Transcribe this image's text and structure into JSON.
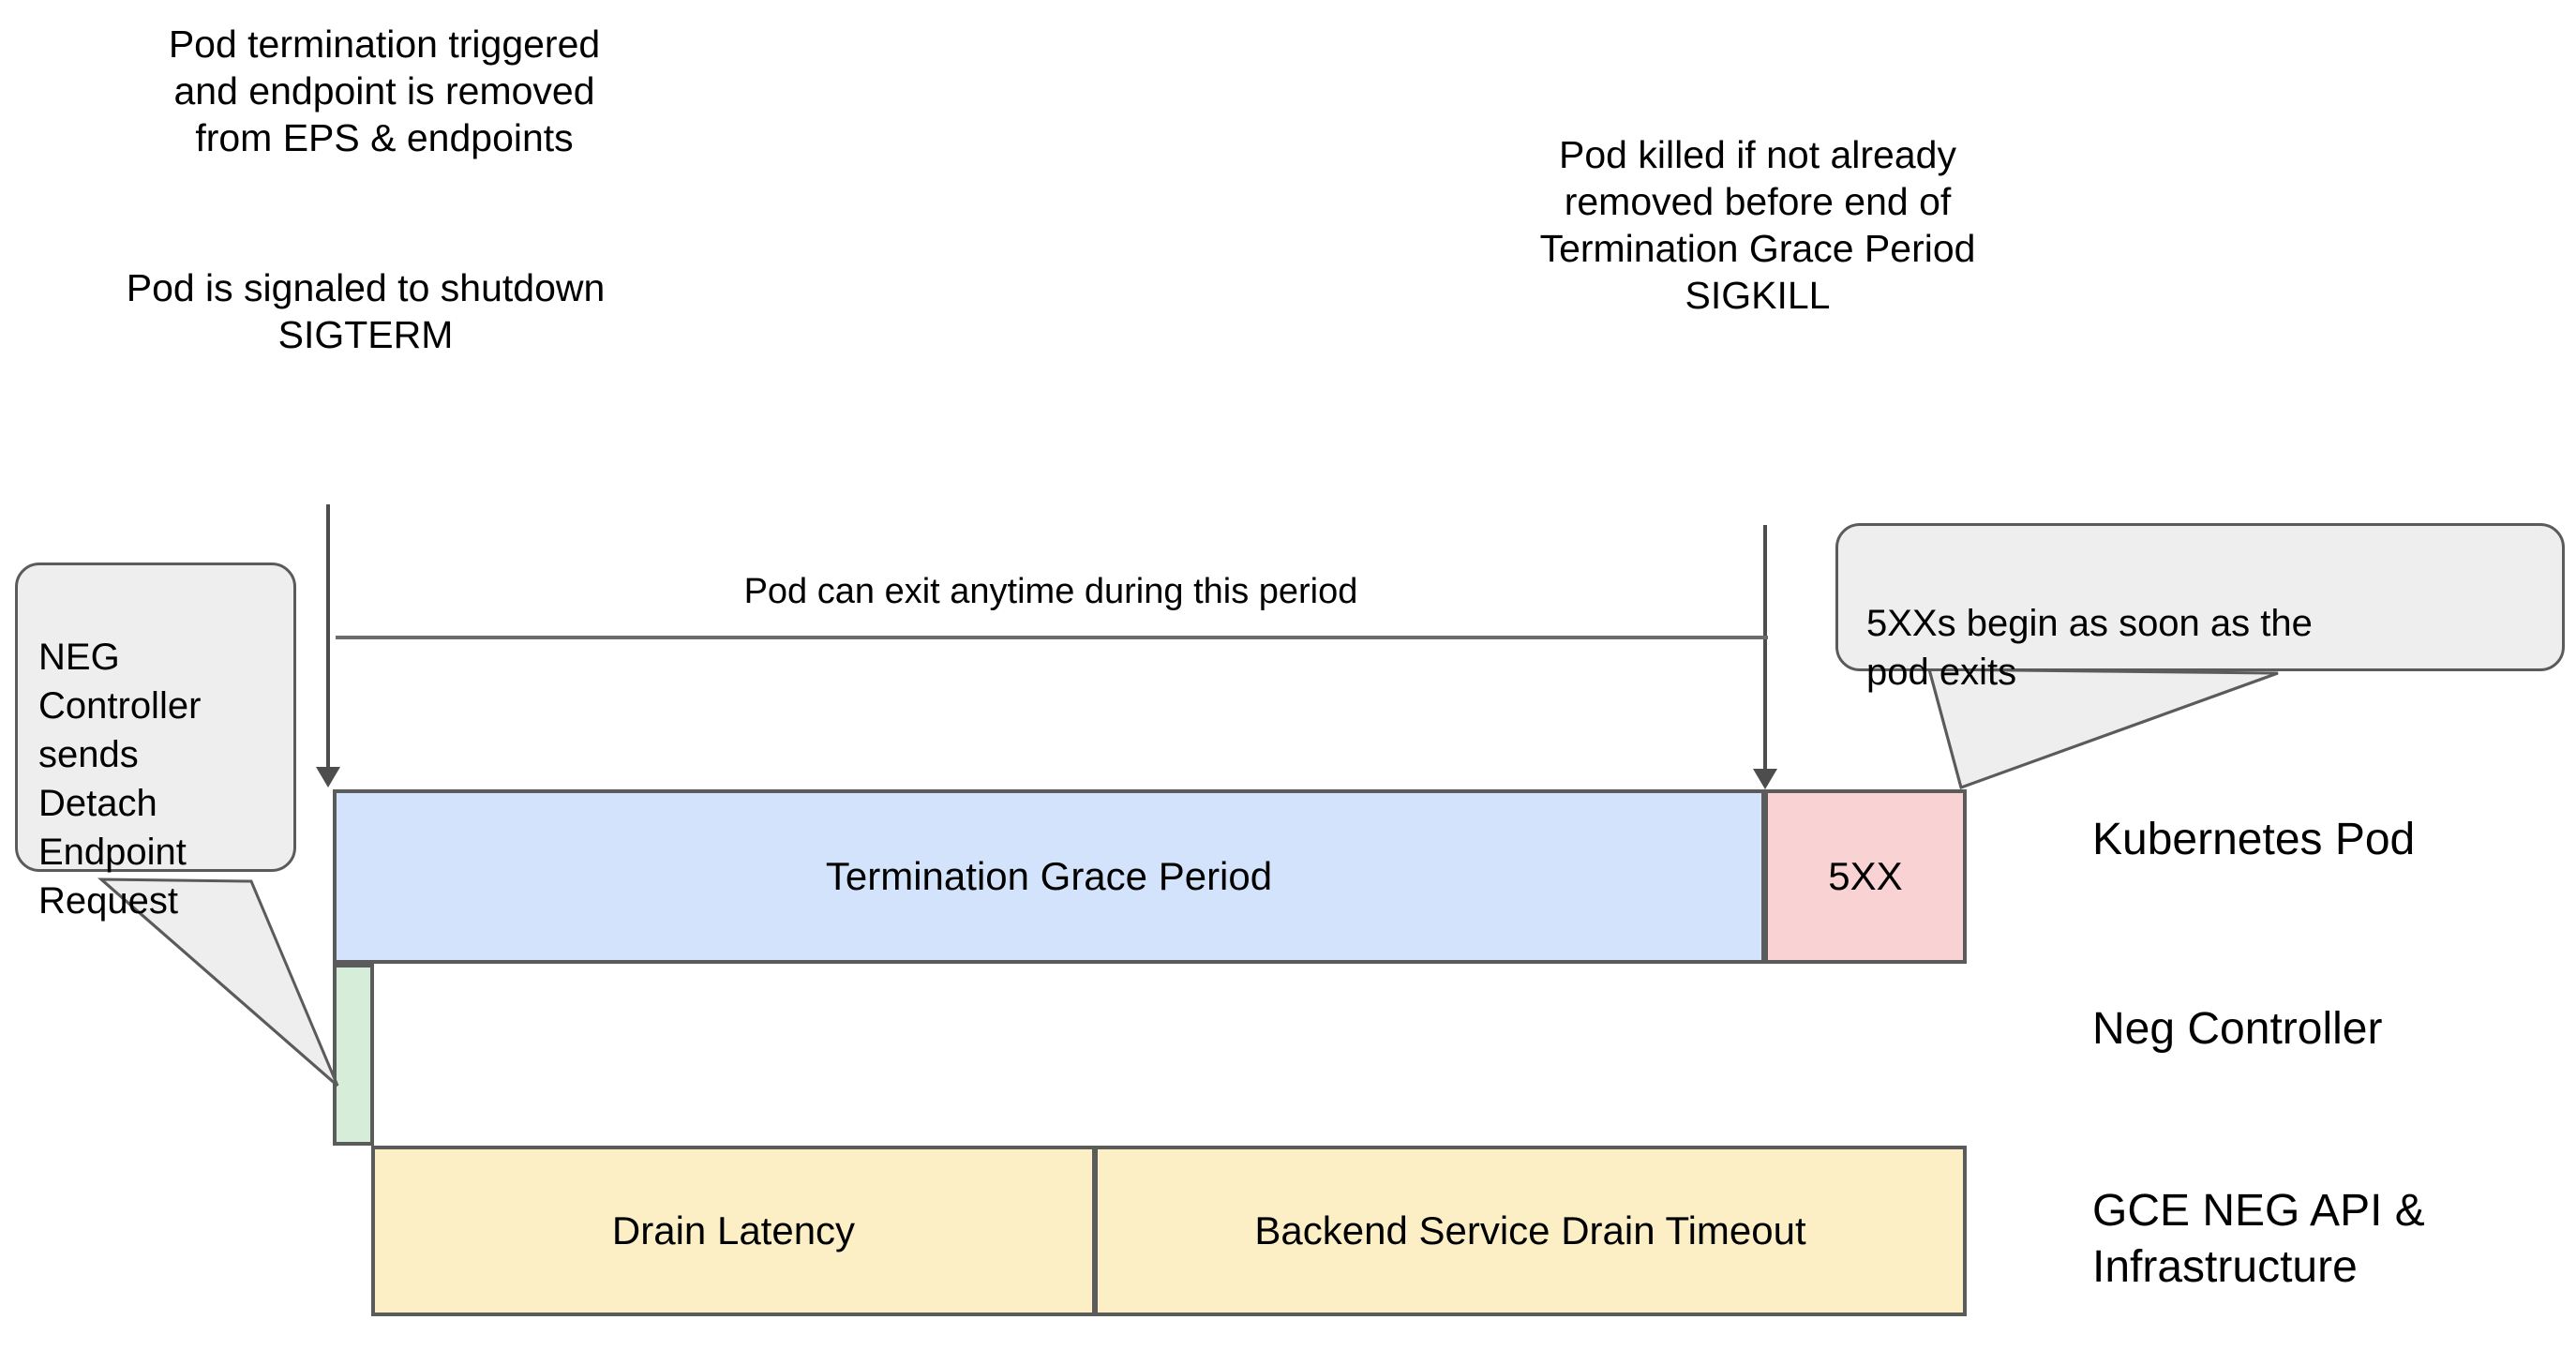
{
  "notes": {
    "termination": "Pod termination triggered\nand endpoint is removed\nfrom EPS & endpoints",
    "sigterm": "Pod is signaled to shutdown\nSIGTERM",
    "sigkill": "Pod killed if not already\nremoved before end of\nTermination Grace Period\nSIGKILL"
  },
  "timeline": {
    "period_label": "Pod can exit anytime during this period"
  },
  "bars": {
    "termination_grace_period": "Termination Grace Period",
    "five_xx": "5XX",
    "neg_controller": "",
    "drain_latency": "Drain Latency",
    "backend_service_drain_timeout": "Backend Service Drain Timeout"
  },
  "row_labels": {
    "kubernetes_pod": "Kubernetes Pod",
    "neg_controller": "Neg Controller",
    "gce_neg_api": "GCE NEG API &\nInfrastructure"
  },
  "callouts": {
    "neg": "NEG\nController\nsends\nDetach\nEndpoint\nRequest",
    "five_xx": "5XXs begin as soon as the\npod exits"
  },
  "colors": {
    "termination_grace_period": "#d3e3fb",
    "five_xx": "#f9d3d3",
    "neg_controller": "#d6edd9",
    "drain": "#fcefc5",
    "stroke": "#5b5b5b",
    "callout_bg": "#eeeeee",
    "background": "#ffffff"
  }
}
